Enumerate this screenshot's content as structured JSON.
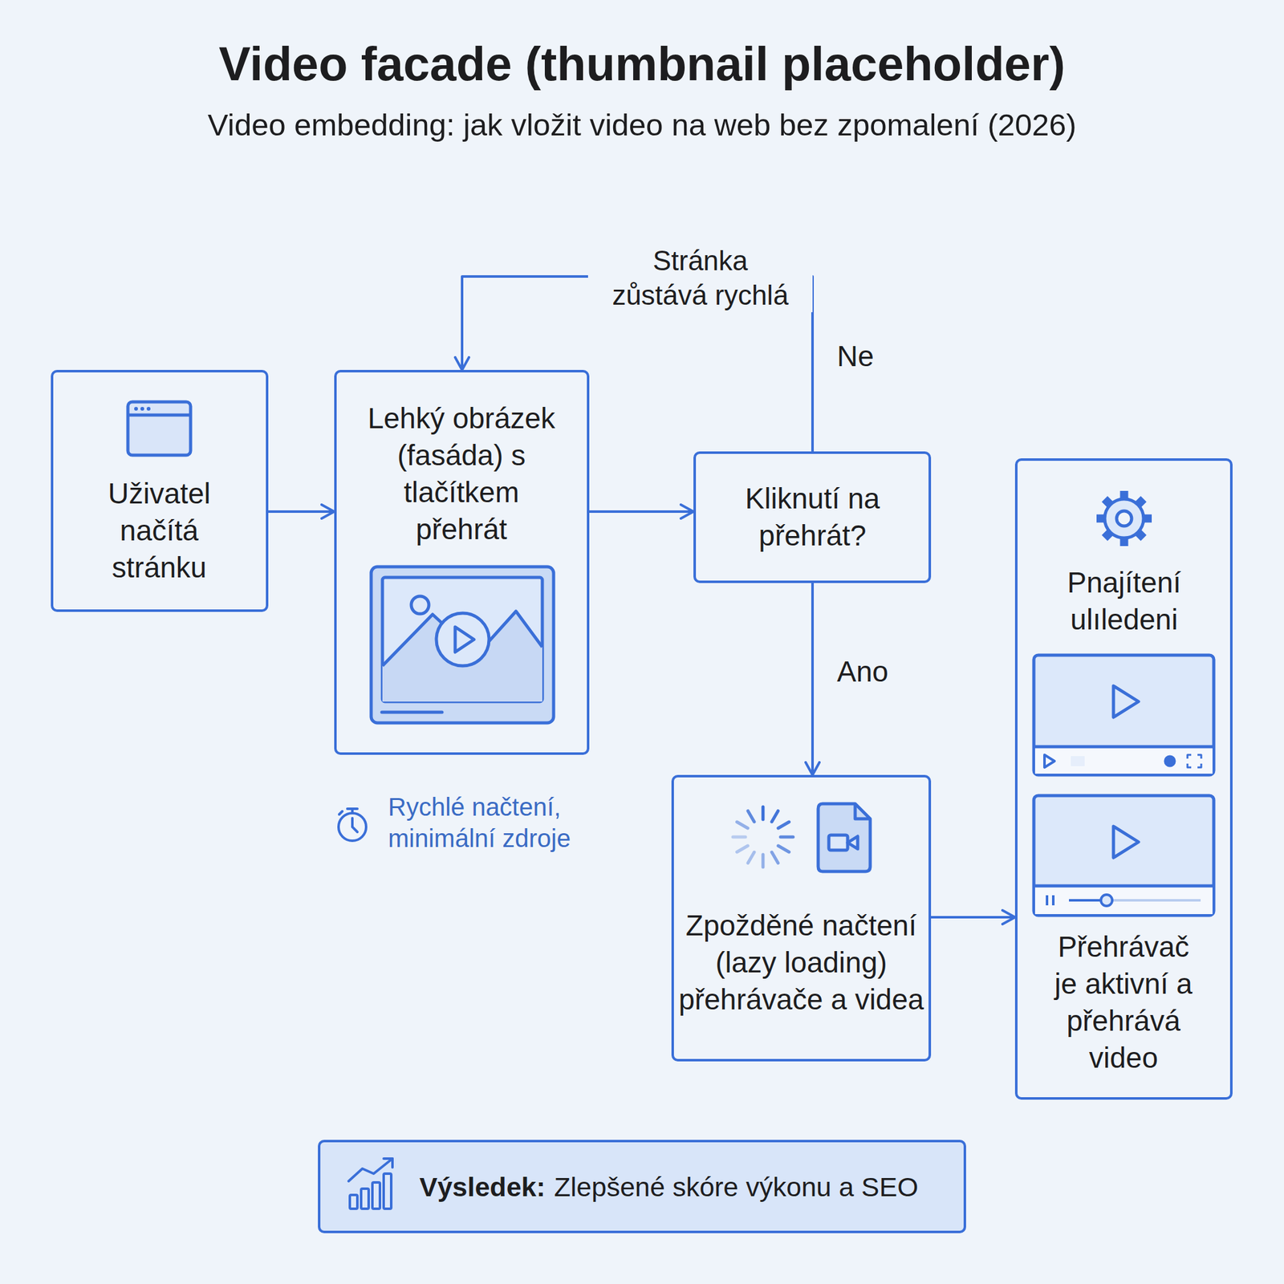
{
  "diagram": {
    "title": "Video facade (thumbnail placeholder)",
    "caption": "Video embedding: jak vložit video na web bez zpomalení (2026)",
    "nodes": [
      {
        "text": [
          "Uživatel načítá stránku"
        ]
      },
      {
        "text": [
          "Lehký obrázek (fasáda) s tlačítkem přehrát"
        ]
      },
      {
        "text": [
          "Kliknutí na přehrát?"
        ]
      },
      {
        "text": [
          "Zpožděné načtení (lazy loading) přehrávače a videa"
        ]
      },
      {
        "text": [
          "Pnajítení ulıledeni",
          "Přehrávač je aktivní a přehrává video"
        ]
      },
      {
        "text": [
          "Výsledek:",
          "Zlepšené skóre výkonu a SEO"
        ]
      }
    ],
    "edges": [
      {
        "from": 0,
        "to": 1,
        "arrow": "to"
      },
      {
        "from": 1,
        "to": 2,
        "arrow": "to"
      },
      {
        "from": 2,
        "to": 1,
        "arrow": "to",
        "label": "Ne"
      },
      {
        "from": 2,
        "to": 3,
        "arrow": "to",
        "label": "Ano"
      },
      {
        "from": 3,
        "to": 4,
        "arrow": "to"
      }
    ],
    "labels": [
      "Stránka zůstává rychlá",
      "Rychlé načtení, minimální zdroje"
    ]
  }
}
